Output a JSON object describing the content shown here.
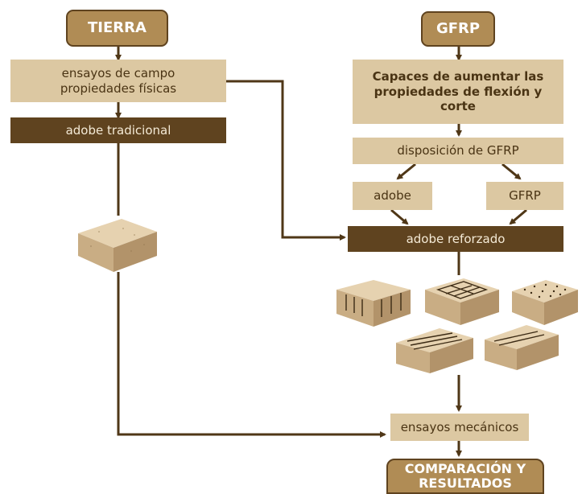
{
  "nodes": {
    "tierra": "TIERRA",
    "ensayos_campo": "ensayos de campo\npropiedades físicas",
    "adobe_tradicional": "adobe tradicional",
    "gfrp": "GFRP",
    "capaces": "Capaces de aumentar las propiedades de flexión y corte",
    "disposicion": "disposición de GFRP",
    "adobe": "adobe",
    "gfrp_small": "GFRP",
    "adobe_reforzado": "adobe reforzado",
    "ensayos_mecanicos": "ensayos mecánicos",
    "comparacion": "COMPARACIÓN Y RESULTADOS"
  },
  "colors": {
    "light_fill": "#dcc8a2",
    "dark_fill": "#5f431f",
    "pill_fill": "#b08c55",
    "connector": "#4f3717"
  }
}
